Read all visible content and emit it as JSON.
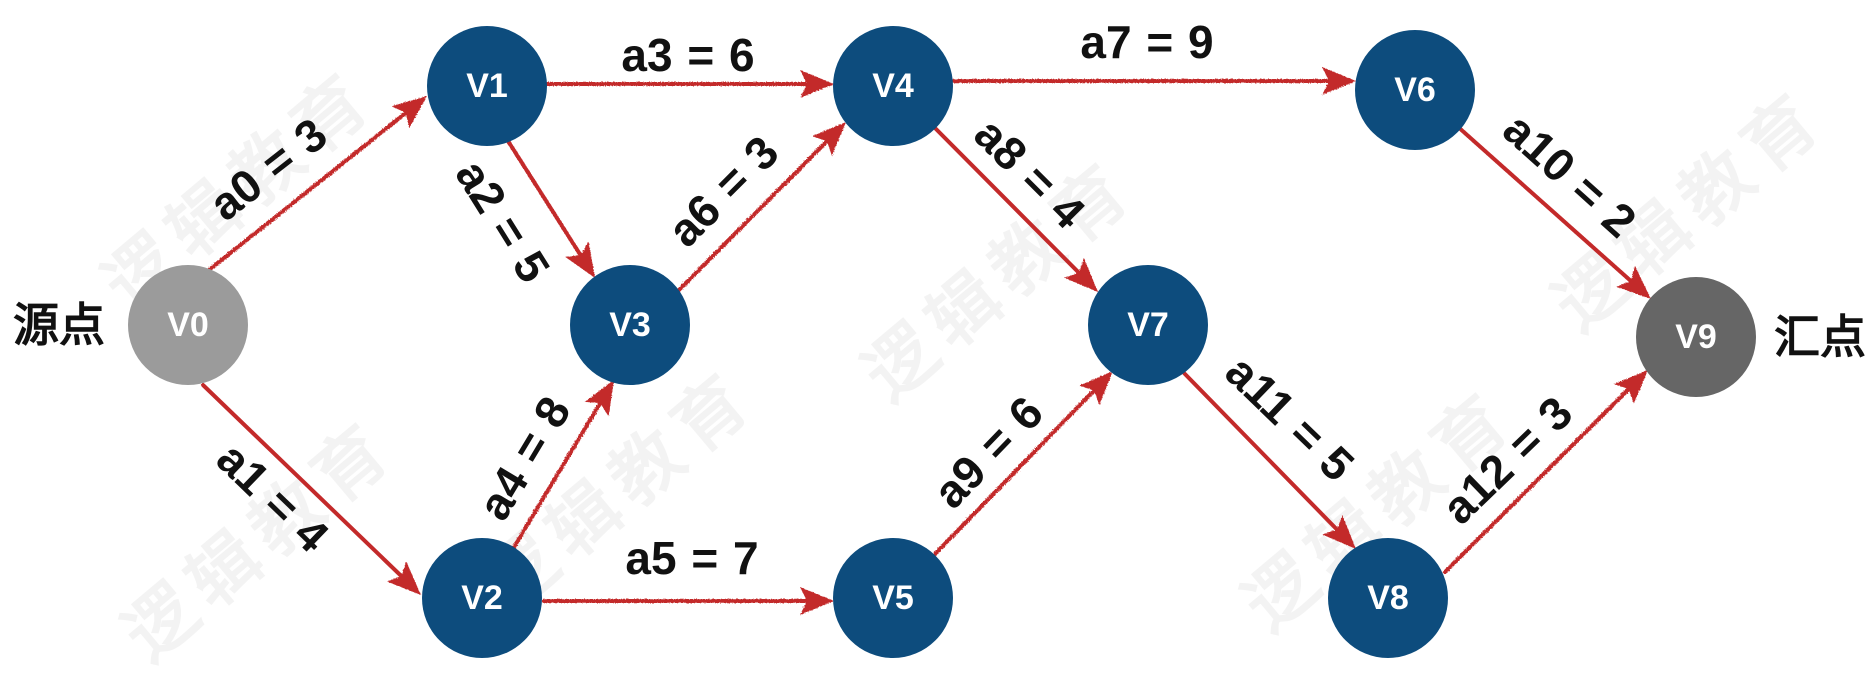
{
  "nodes": [
    {
      "label": "V0",
      "color": "#9b9b9b"
    },
    {
      "label": "V1",
      "color": "#0d4c7d"
    },
    {
      "label": "V2",
      "color": "#0d4c7d"
    },
    {
      "label": "V3",
      "color": "#0d4c7d"
    },
    {
      "label": "V4",
      "color": "#0d4c7d"
    },
    {
      "label": "V5",
      "color": "#0d4c7d"
    },
    {
      "label": "V6",
      "color": "#0d4c7d"
    },
    {
      "label": "V7",
      "color": "#0d4c7d"
    },
    {
      "label": "V8",
      "color": "#0d4c7d"
    },
    {
      "label": "V9",
      "color": "#666666"
    }
  ],
  "edges": [
    {
      "label": "a0 = 3",
      "from": 0,
      "to": 1
    },
    {
      "label": "a1 = 4",
      "from": 0,
      "to": 2
    },
    {
      "label": "a2 = 5",
      "from": 1,
      "to": 3
    },
    {
      "label": "a3 = 6",
      "from": 1,
      "to": 4
    },
    {
      "label": "a4 = 8",
      "from": 2,
      "to": 3
    },
    {
      "label": "a5 = 7",
      "from": 2,
      "to": 5
    },
    {
      "label": "a6 = 3",
      "from": 3,
      "to": 4
    },
    {
      "label": "a7 = 9",
      "from": 4,
      "to": 6
    },
    {
      "label": "a8 = 4",
      "from": 4,
      "to": 7
    },
    {
      "label": "a9 = 6",
      "from": 5,
      "to": 7
    },
    {
      "label": "a10 = 2",
      "from": 6,
      "to": 9
    },
    {
      "label": "a11 = 5",
      "from": 7,
      "to": 8
    },
    {
      "label": "a12 = 3",
      "from": 8,
      "to": 9
    }
  ],
  "terminals": {
    "source": "源点",
    "sink": "汇点"
  },
  "colors": {
    "edge": "#c3292b",
    "node_text": "#ffffff",
    "label_text": "#111111"
  },
  "watermark": "逻辑教育"
}
